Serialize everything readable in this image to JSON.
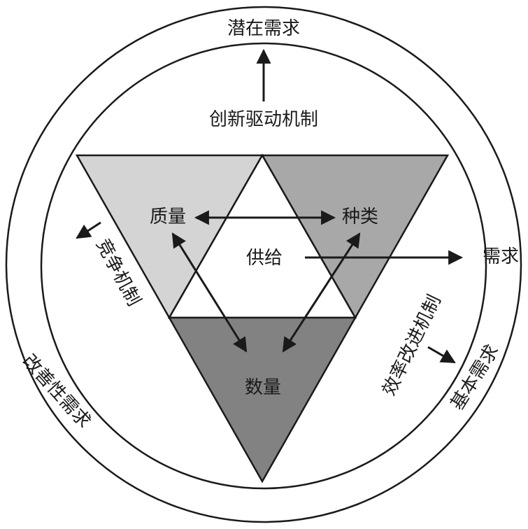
{
  "labels": {
    "top_outer": "潜在需求",
    "top_mechanism": "创新驱动机制",
    "quality": "质量",
    "variety": "种类",
    "supply": "供给",
    "demand": "需求",
    "quantity": "数量",
    "left_mechanism": "竞争机制",
    "left_outer": "改善性需求",
    "right_mechanism": "效率改进机制",
    "right_outer": "基本需求"
  },
  "colors": {
    "light_triangle": "#d4d4d4",
    "medium_triangle": "#a8a8a8",
    "dark_triangle": "#828282",
    "line": "#1a1a1a"
  }
}
